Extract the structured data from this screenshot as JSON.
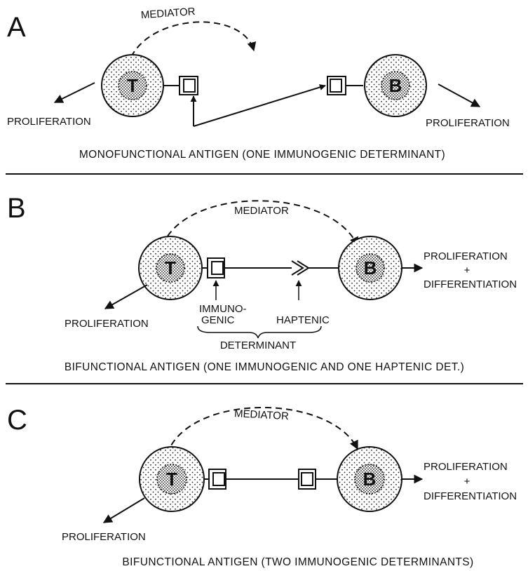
{
  "panels": [
    {
      "letter": "A",
      "mediator": "MEDIATOR",
      "t_cell": "T",
      "b_cell": "B",
      "left_proliferation": "PROLIFERATION",
      "right_proliferation": "PROLIFERATION",
      "caption": "MONOFUNCTIONAL ANTIGEN (ONE IMMUNOGENIC DETERMINANT)"
    },
    {
      "letter": "B",
      "mediator": "MEDIATOR",
      "t_cell": "T",
      "b_cell": "B",
      "left_proliferation": "PROLIFERATION",
      "right_proliferation": "PROLIFERATION",
      "plus": "+",
      "differentiation": "DIFFERENTIATION",
      "immunogenic_line1": "IMMUNO-",
      "immunogenic_line2": "GENIC",
      "haptenic": "HAPTENIC",
      "determinant": "DETERMINANT",
      "caption": "BIFUNCTIONAL ANTIGEN (ONE IMMUNOGENIC AND ONE HAPTENIC DET.)"
    },
    {
      "letter": "C",
      "mediator": "MEDIATOR",
      "t_cell": "T",
      "b_cell": "B",
      "left_proliferation": "PROLIFERATION",
      "right_proliferation": "PROLIFERATION",
      "plus": "+",
      "differentiation": "DIFFERENTIATION",
      "caption": "BIFUNCTIONAL ANTIGEN (TWO IMMUNOGENIC DETERMINANTS)"
    }
  ]
}
